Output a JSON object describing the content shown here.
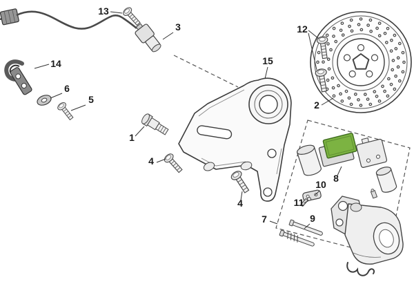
{
  "diagram": {
    "type": "exploded-parts-diagram",
    "background": "#ffffff",
    "colors": {
      "line": "#3c3c3c",
      "pad_highlight": "#7cb342",
      "metal_light": "#ececec",
      "metal_dark": "#8a8a8a"
    }
  },
  "callouts": [
    {
      "label": "13",
      "part": "sensor-screw"
    },
    {
      "label": "3",
      "part": "speed-sensor"
    },
    {
      "label": "14",
      "part": "cable-bracket"
    },
    {
      "label": "6",
      "part": "washer"
    },
    {
      "label": "5",
      "part": "spacer-screw"
    },
    {
      "label": "1",
      "part": "bracket-bolt"
    },
    {
      "label": "15",
      "part": "caliper-mounting-bracket"
    },
    {
      "label": "4",
      "part": "bracket-screw-upper"
    },
    {
      "label": "4",
      "part": "bracket-screw-lower"
    },
    {
      "label": "2",
      "part": "brake-disc"
    },
    {
      "label": "12",
      "part": "disc-screws"
    },
    {
      "label": "7",
      "part": "caliper-assembly-group"
    },
    {
      "label": "8",
      "part": "brake-pads"
    },
    {
      "label": "10",
      "part": "pad-retainer-plate"
    },
    {
      "label": "11",
      "part": "pad-clip-pin"
    },
    {
      "label": "9",
      "part": "pad-pins"
    }
  ]
}
